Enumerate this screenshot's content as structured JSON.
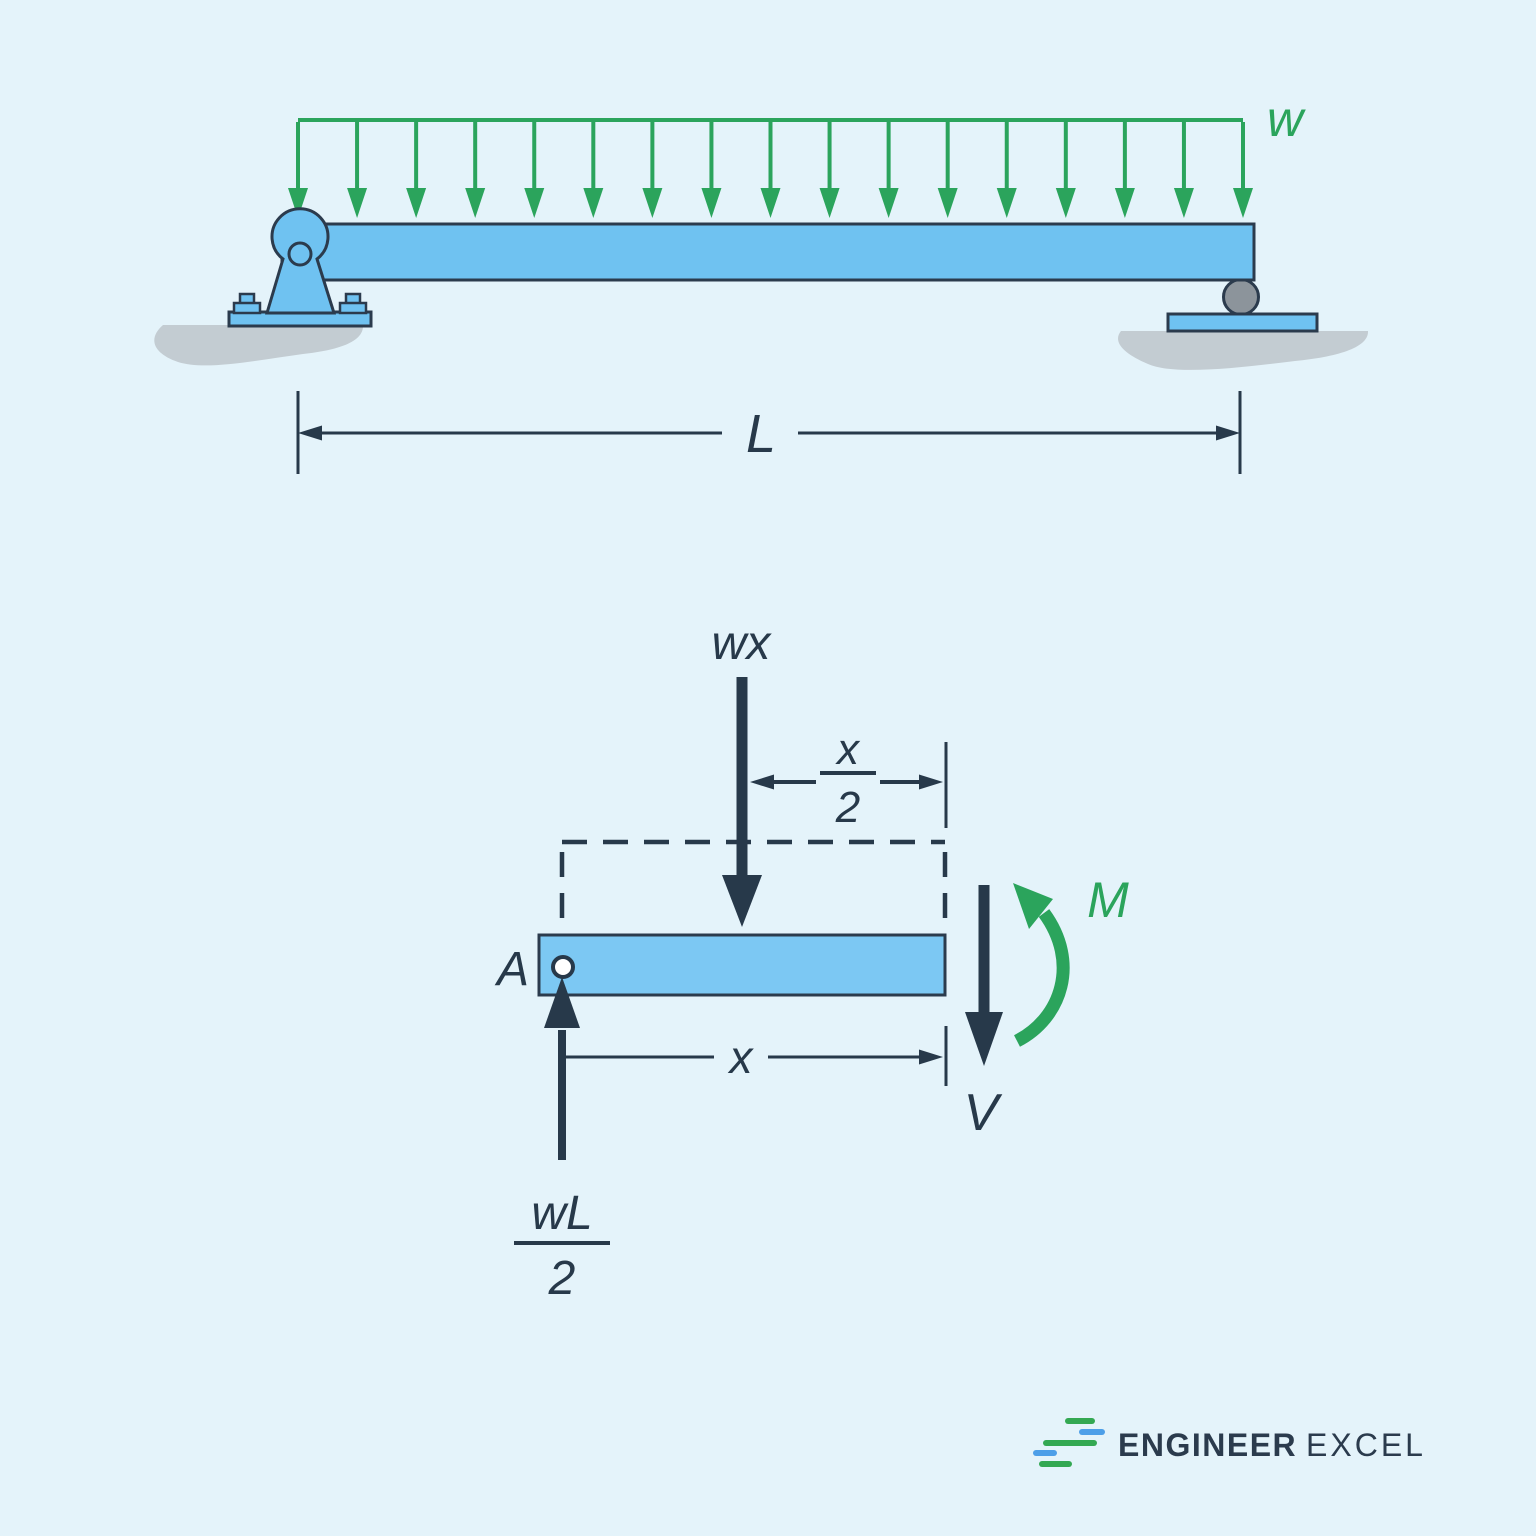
{
  "colors": {
    "background": "#E4F3FA",
    "beam_fill": "#6FC2F1",
    "beam_fill_light": "#7CC8F3",
    "outline_navy": "#2B3B4D",
    "arrow_navy": "#27394A",
    "green": "#2BA45C",
    "ground_gray": "#C3CCD2",
    "roller_gray": "#8C949B",
    "pin_white": "#FFFFFF",
    "logo_green": "#33A852",
    "logo_blue": "#4D9FE8",
    "logo_text": "#2B3B4D"
  },
  "beam_diagram": {
    "distributed_load": {
      "label": "w",
      "arrow_count": 17
    },
    "span_dimension": {
      "label": "L"
    }
  },
  "fbd": {
    "resultant_load": {
      "label": "wx"
    },
    "half_span_dimension": {
      "numerator": "x",
      "denominator": "2"
    },
    "cut_point": {
      "label": "A"
    },
    "reaction": {
      "numerator": "wL",
      "denominator": "2"
    },
    "span_dimension": {
      "label": "x"
    },
    "shear": {
      "label": "V"
    },
    "moment": {
      "label": "M"
    }
  },
  "logo": {
    "part1": "ENGINEER",
    "part2": "EXCEL"
  }
}
